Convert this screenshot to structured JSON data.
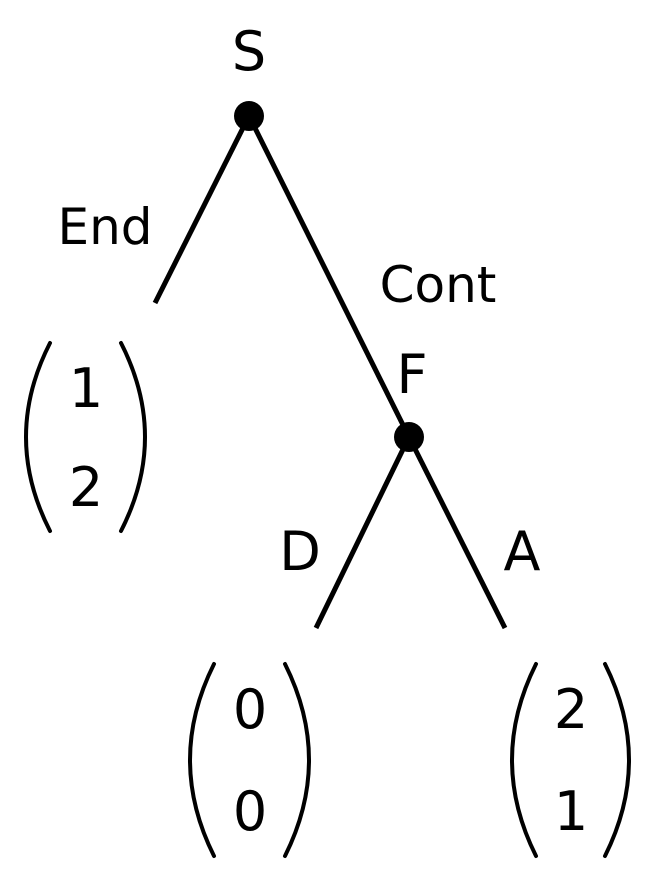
{
  "tree": {
    "nodes": {
      "root": {
        "player": "S"
      },
      "second": {
        "player": "F"
      }
    },
    "edges": {
      "end": {
        "label": "End"
      },
      "cont": {
        "label": "Cont"
      },
      "d": {
        "label": "D"
      },
      "a": {
        "label": "A"
      }
    },
    "payoffs": {
      "end": {
        "top": "1",
        "bottom": "2"
      },
      "d": {
        "top": "0",
        "bottom": "0"
      },
      "a": {
        "top": "2",
        "bottom": "1"
      }
    }
  }
}
